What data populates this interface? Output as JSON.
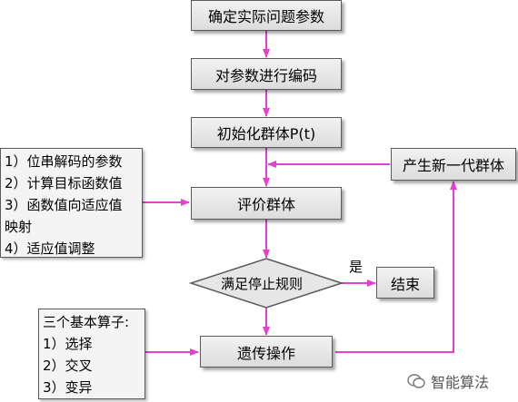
{
  "nodes": {
    "params": "确定实际问题参数",
    "encode": "对参数进行编码",
    "init": "初始化群体P(t)",
    "evaluate": "评价群体",
    "decision": "满足停止规则",
    "end": "结束",
    "genetic": "遗传操作",
    "newgen": "产生新一代群体"
  },
  "yes_label": "是",
  "eval_notes": [
    "1）位串解码的参数",
    "2）计算目标函数值",
    "3）函数值向适应值",
    "映射",
    "4）适应值调整"
  ],
  "operator_notes": [
    "三个基本算子:",
    "1）选择",
    "2）交叉",
    "3）变异"
  ],
  "watermark": "智能算法",
  "colors": {
    "arrow": "#e83fd0",
    "border": "#5a5a5a"
  }
}
